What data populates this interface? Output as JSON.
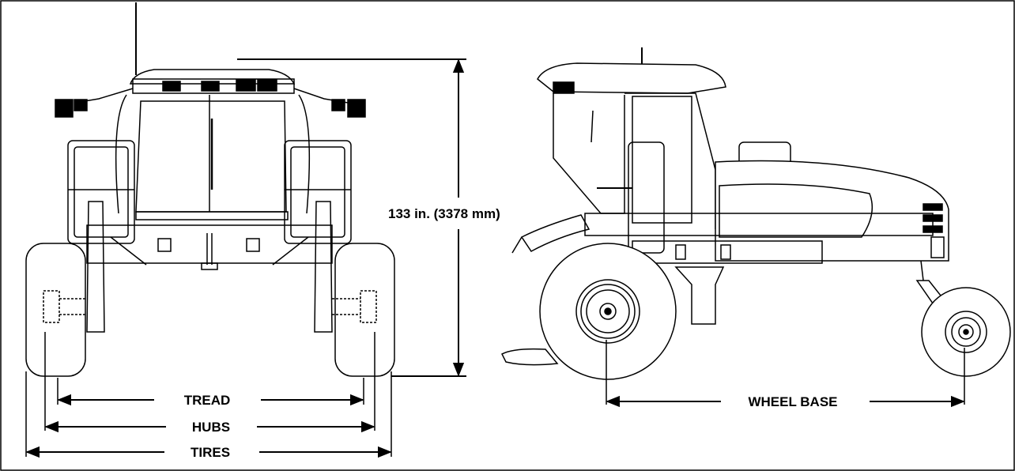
{
  "figure": {
    "height_label": "133 in. (3378 mm)",
    "tread_label": "TREAD",
    "hubs_label": "HUBS",
    "tires_label": "TIRES",
    "wheelbase_label": "WHEEL BASE"
  },
  "colors": {
    "line": "#000000",
    "background": "#ffffff"
  },
  "icons": {
    "front_view": "windrower-front-view",
    "side_view": "windrower-side-view"
  }
}
